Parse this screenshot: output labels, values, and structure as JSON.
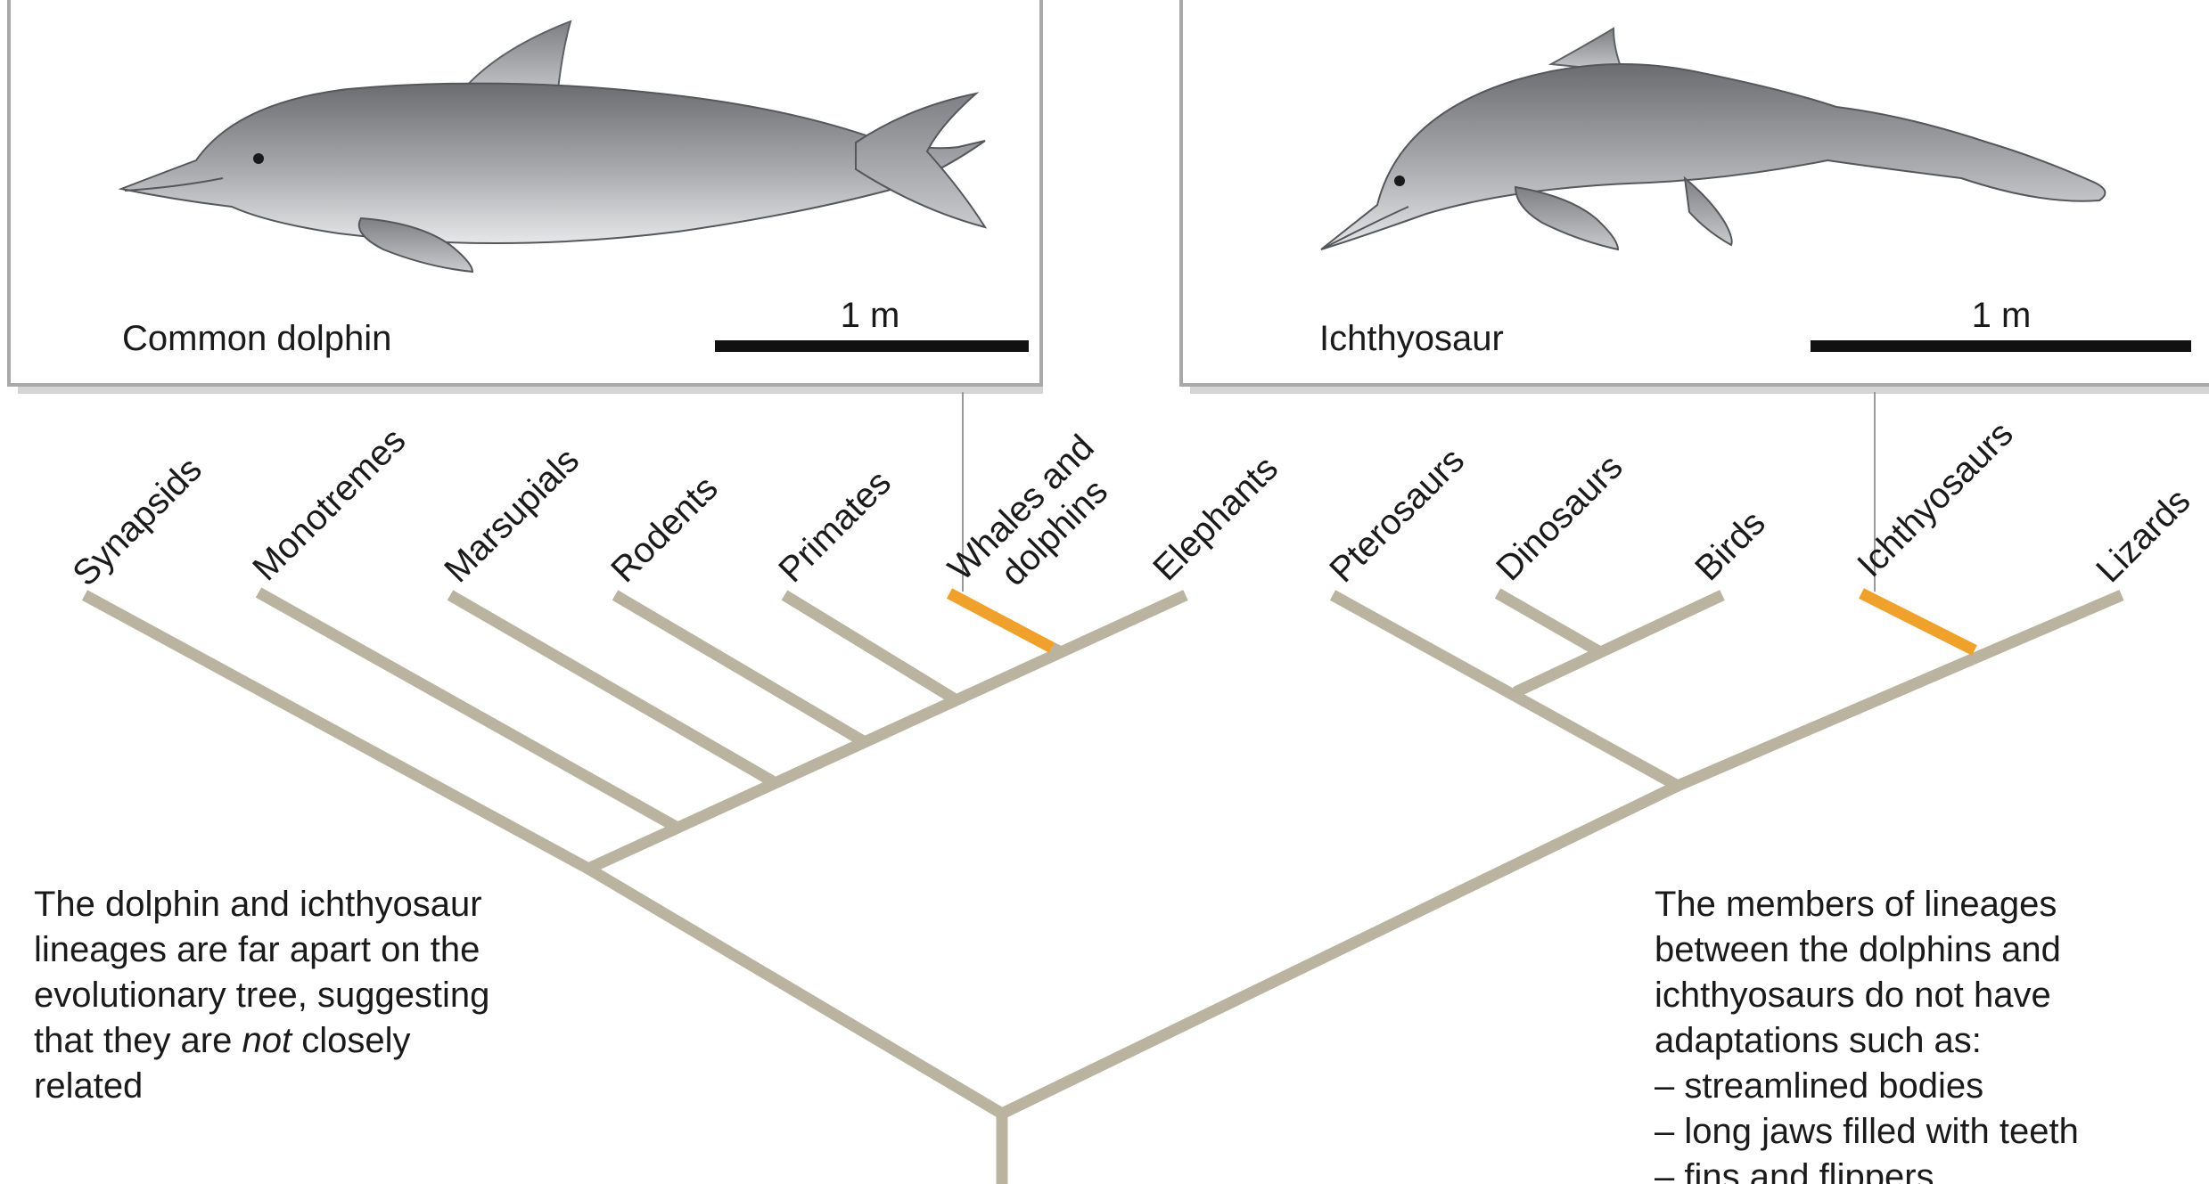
{
  "panels": {
    "left": {
      "animal_label": "Common dolphin",
      "scale_label": "1 m"
    },
    "right": {
      "animal_label": "Ichthyosaur",
      "scale_label": "1 m"
    }
  },
  "tree": {
    "taxa": [
      "Synapsids",
      "Monotremes",
      "Marsupials",
      "Rodents",
      "Primates",
      "Whales and dolphins",
      "Elephants",
      "Pterosaurs",
      "Dinosaurs",
      "Birds",
      "Ichthyosaurs",
      "Lizards"
    ],
    "highlighted_taxa": [
      "Whales and dolphins",
      "Ichthyosaurs"
    ]
  },
  "captions": {
    "left": {
      "line1": "The dolphin and ichthyosaur",
      "line2": "lineages are far apart on the",
      "line3": "evolutionary tree, suggesting",
      "line4_before": "that they are ",
      "line4_emph": "not",
      "line4_after": " closely",
      "line5": "related"
    },
    "right": {
      "intro_lines": [
        "The members of lineages",
        "between the dolphins and",
        "ichthyosaurs do not have",
        "adaptations such as:"
      ],
      "bullets": [
        "streamlined bodies",
        "long jaws filled with teeth",
        "fins and flippers"
      ]
    }
  },
  "colors": {
    "branch": "#b9b39f",
    "highlight": "#f0a12c",
    "panel_border": "#a9a9a9",
    "text": "#1a1a1a"
  }
}
